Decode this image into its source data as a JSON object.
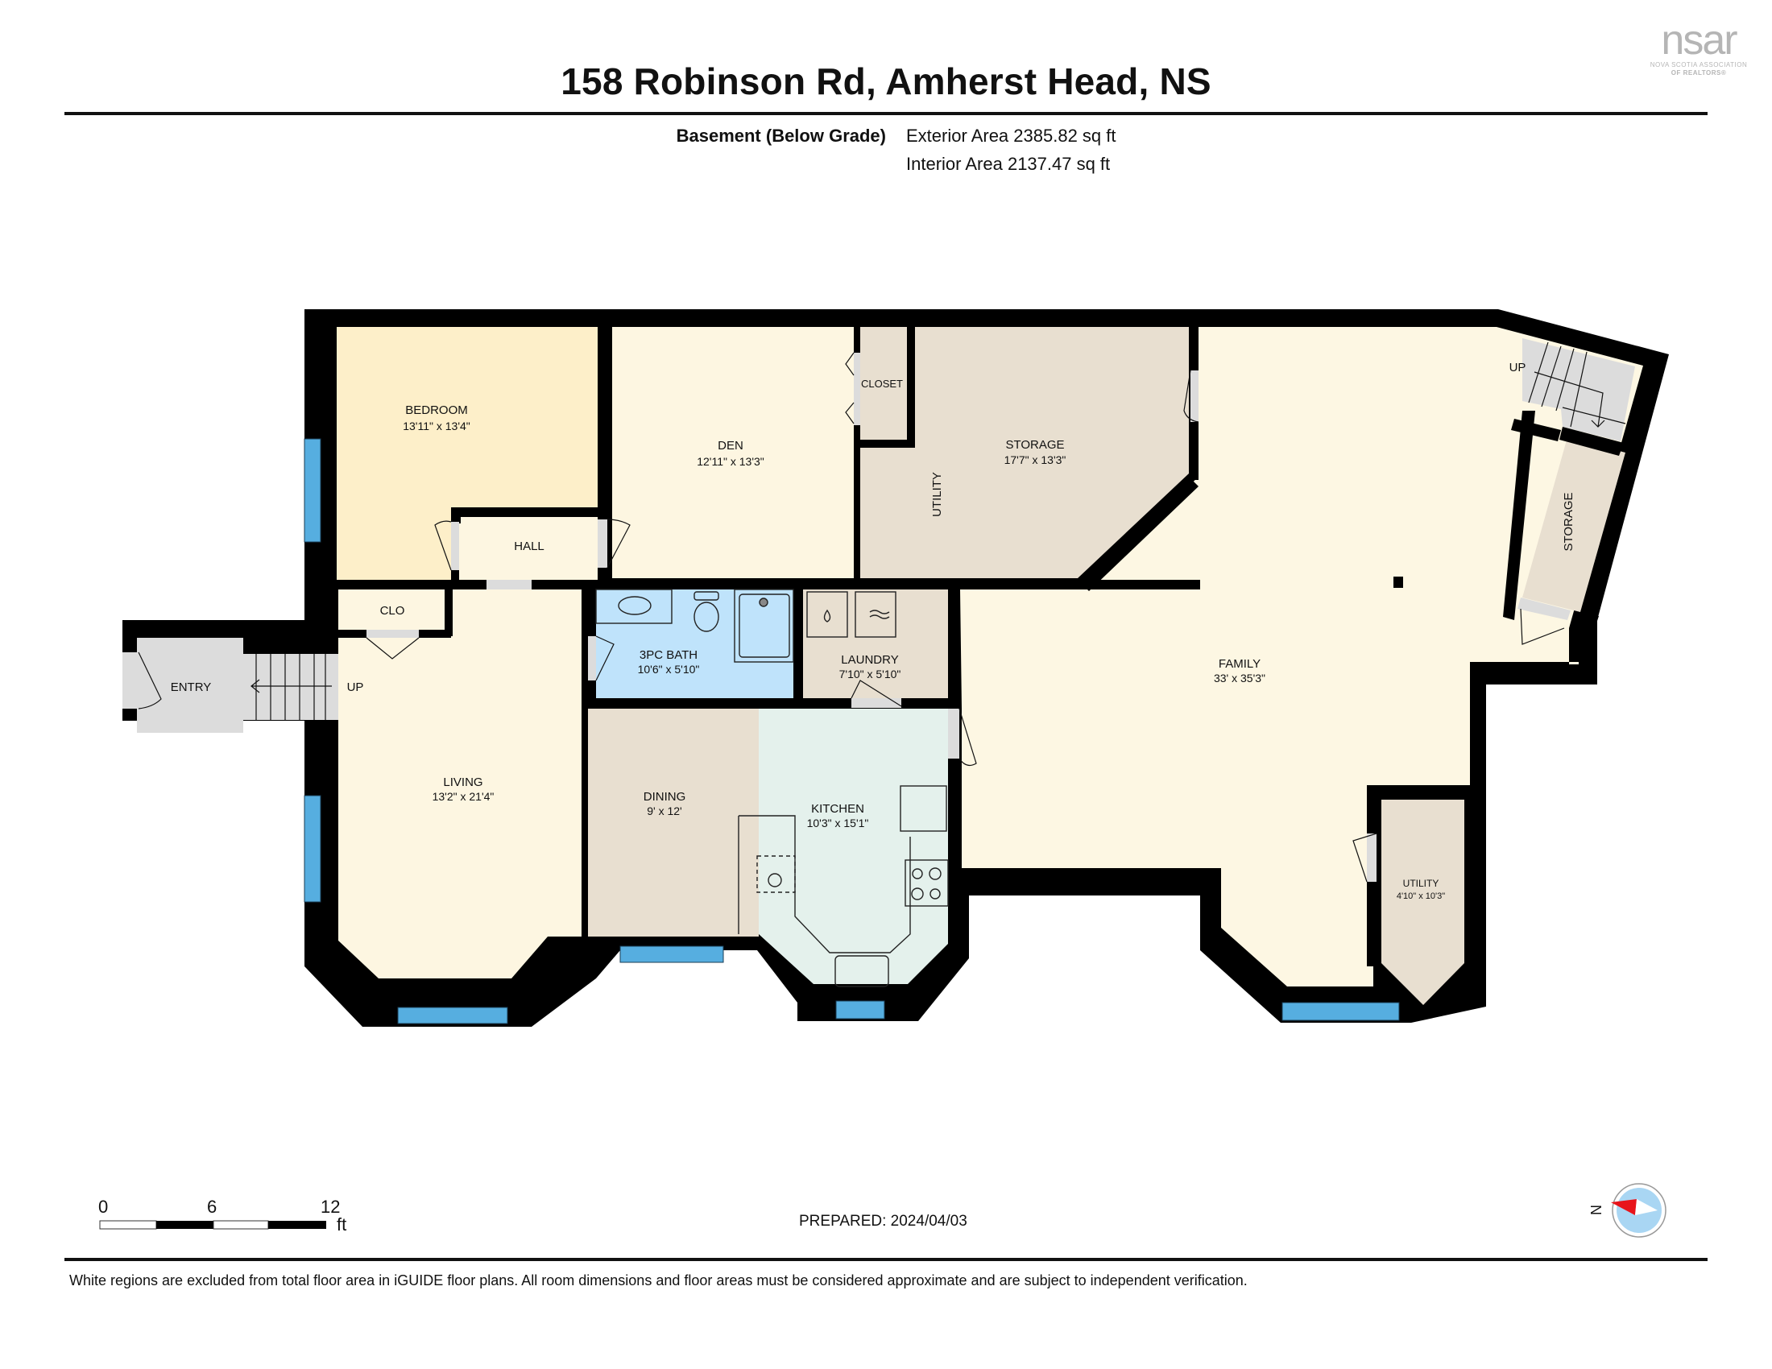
{
  "header": {
    "title": "158 Robinson Rd, Amherst Head, NS",
    "level": "Basement (Below Grade)",
    "exterior_area": "Exterior Area 2385.82 sq ft",
    "interior_area": "Interior Area 2137.47 sq ft"
  },
  "logo": {
    "mark": "nsar",
    "line1": "NOVA SCOTIA ASSOCIATION",
    "line2": "OF REALTORS®"
  },
  "rooms": {
    "bedroom": {
      "name": "BEDROOM",
      "dims": "13'11\" x 13'4\""
    },
    "den": {
      "name": "DEN",
      "dims": "12'11\" x 13'3\""
    },
    "closet": {
      "name": "CLOSET"
    },
    "storage_main": {
      "name": "STORAGE",
      "dims": "17'7\" x 13'3\""
    },
    "utility_label": {
      "name": "UTILITY"
    },
    "hall": {
      "name": "HALL"
    },
    "clo": {
      "name": "CLO"
    },
    "entry": {
      "name": "ENTRY"
    },
    "entry_stairs": {
      "label": "UP"
    },
    "bath": {
      "name": "3PC BATH",
      "dims": "10'6\" x 5'10\""
    },
    "laundry": {
      "name": "LAUNDRY",
      "dims": "7'10\" x 5'10\""
    },
    "living": {
      "name": "LIVING",
      "dims": "13'2\" x 21'4\""
    },
    "dining": {
      "name": "DINING",
      "dims": "9' x 12'"
    },
    "kitchen": {
      "name": "KITCHEN",
      "dims": "10'3\" x 15'1\""
    },
    "family": {
      "name": "FAMILY",
      "dims": "33' x 35'3\""
    },
    "storage_small": {
      "name": "STORAGE"
    },
    "family_stairs": {
      "label": "UP"
    },
    "utility_small": {
      "name": "UTILITY",
      "dims": "4'10\" x 10'3\""
    }
  },
  "colors": {
    "wall": "#000000",
    "bedroom": "#fdefc9",
    "den": "#fdf6e1",
    "living": "#fdf6e1",
    "family": "#fdf7e3",
    "storage": "#e8dfd0",
    "dining": "#e8dfd0",
    "kitchen": "#e4f1ec",
    "bath": "#bfe3fb",
    "stairs": "#dcdcdc",
    "window": "#56aee0",
    "compass_fill": "#a9d6f3",
    "compass_needle": "#e8141b"
  },
  "scale_bar": {
    "ticks": [
      "0",
      "6",
      "12"
    ],
    "unit": "ft"
  },
  "compass": {
    "label": "N"
  },
  "footer": {
    "prepared": "PREPARED: 2024/04/03",
    "disclaimer": "White regions are excluded from total floor area in iGUIDE floor plans. All room dimensions and floor areas must be considered approximate and are subject to independent verification."
  }
}
